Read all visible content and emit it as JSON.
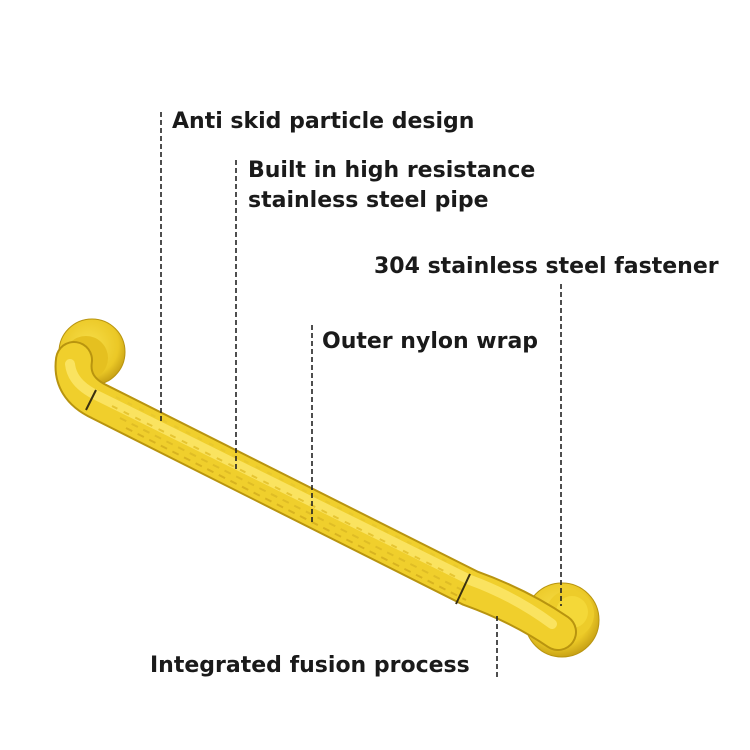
{
  "callouts": {
    "anti_skid": "Anti skid particle design",
    "pipe_line1": "Built in high resistance",
    "pipe_line2": "stainless steel pipe",
    "fastener": "304 stainless steel fastener",
    "nylon": "Outer nylon wrap",
    "fusion": "Integrated fusion process"
  },
  "product": {
    "subject": "yellow-grab-bar",
    "color": "#F2D12E"
  }
}
